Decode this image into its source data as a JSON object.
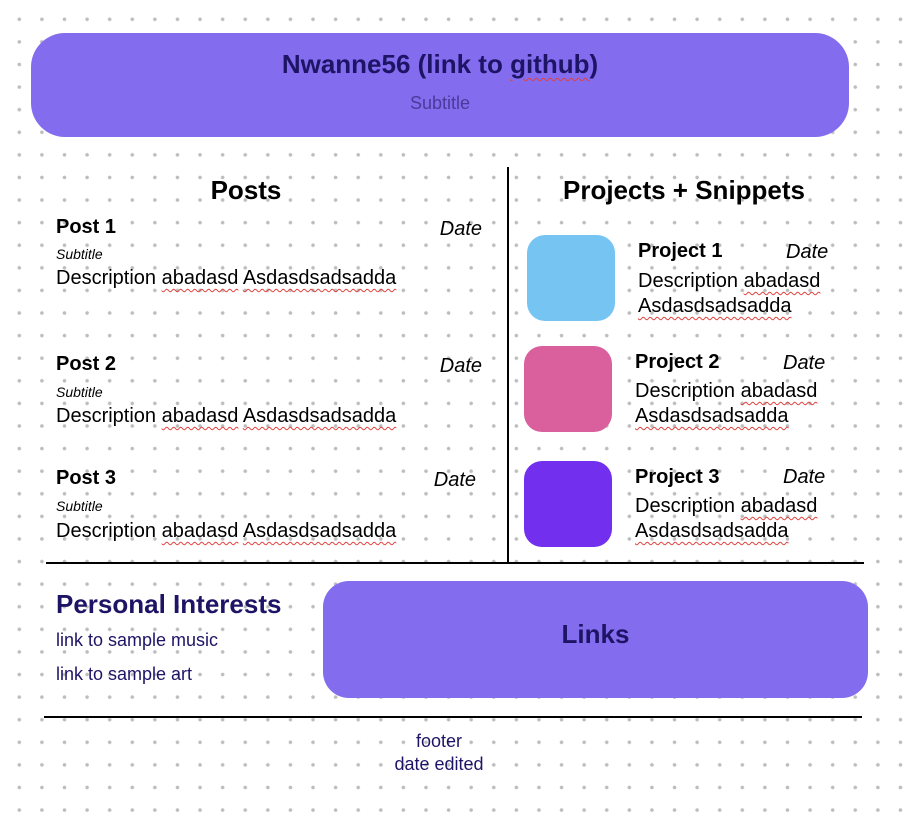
{
  "header": {
    "title_prefix": "Nwanne56 (link to ",
    "title_link": "github",
    "title_suffix": ")",
    "subtitle": "Subtitle"
  },
  "posts": {
    "heading": "Posts",
    "items": [
      {
        "title": "Post 1",
        "date": "Date",
        "subtitle": "Subtitle",
        "desc_word": "Description",
        "desc_a": "abadasd",
        "desc_b": "Asdasdsadsadda"
      },
      {
        "title": "Post 2",
        "date": "Date",
        "subtitle": "Subtitle",
        "desc_word": "Description",
        "desc_a": "abadasd",
        "desc_b": "Asdasdsadsadda"
      },
      {
        "title": "Post 3",
        "date": "Date",
        "subtitle": "Subtitle",
        "desc_word": "Description",
        "desc_a": "abadasd",
        "desc_b": "Asdasdsadsadda"
      }
    ]
  },
  "projects": {
    "heading": "Projects + Snippets",
    "items": [
      {
        "title": "Project 1",
        "date": "Date",
        "desc_word": "Description",
        "desc_a": "abadasd",
        "desc_b": "Asdasdsadsadda",
        "color": "#75c4f2"
      },
      {
        "title": "Project 2",
        "date": "Date",
        "desc_word": "Description",
        "desc_a": "abadasd",
        "desc_b": "Asdasdsadsadda",
        "color": "#d95f9d"
      },
      {
        "title": "Project 3",
        "date": "Date",
        "desc_word": "Description",
        "desc_a": "abadasd",
        "desc_b": "Asdasdsadsadda",
        "color": "#7230ee"
      }
    ]
  },
  "interests": {
    "heading": "Personal Interests",
    "links": [
      "link to sample music",
      "link to sample art"
    ]
  },
  "links": {
    "label": "Links"
  },
  "footer": {
    "line1": "footer",
    "line2": "date edited"
  }
}
